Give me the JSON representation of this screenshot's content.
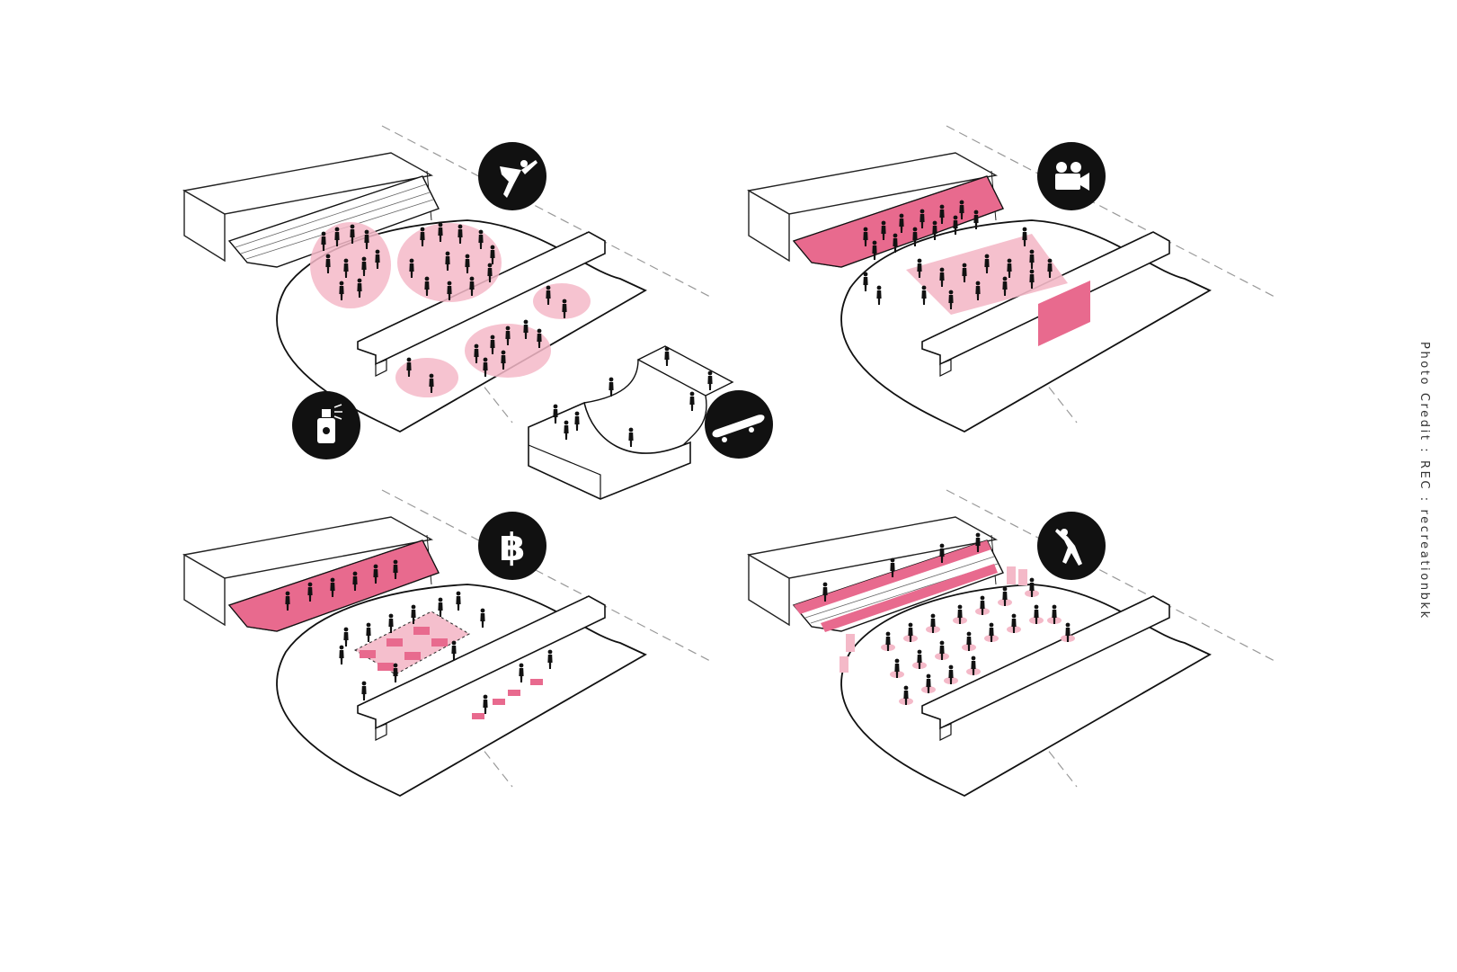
{
  "credit": {
    "text": "Photo Credit : REC : recreationbkk"
  },
  "colors": {
    "accent": "#e86a8e",
    "accent_light": "#f4b9c8",
    "ink": "#111111",
    "paper": "#ffffff"
  },
  "panels": [
    {
      "id": "performance-market",
      "icons": [
        "breakdancer-icon",
        "spray-can-icon",
        "skateboard-icon"
      ]
    },
    {
      "id": "cinema",
      "icons": [
        "movie-camera-icon"
      ]
    },
    {
      "id": "market",
      "icons": [
        "baht-icon"
      ],
      "icon_text": "฿"
    },
    {
      "id": "exercise",
      "icons": [
        "stretching-person-icon"
      ]
    }
  ]
}
